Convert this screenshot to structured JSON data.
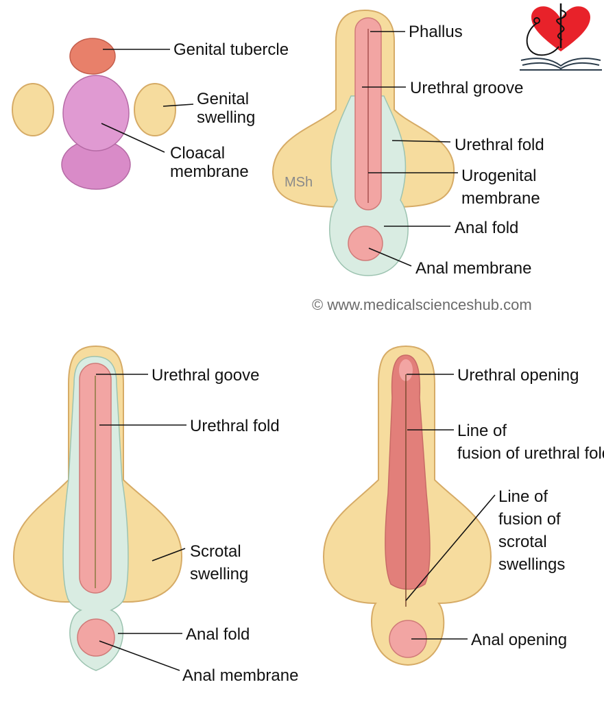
{
  "panel1": {
    "genital_tubercle": "Genital tubercle",
    "genital_swelling": [
      "Genital",
      "swelling"
    ],
    "cloacal_membrane": [
      "Cloacal",
      "membrane"
    ]
  },
  "panel2": {
    "phallus": "Phallus",
    "urethral_groove": "Urethral groove",
    "urethral_fold": "Urethral fold",
    "urogenital_membrane": [
      "Urogenital",
      "membrane"
    ],
    "anal_fold": "Anal fold",
    "anal_membrane": "Anal membrane",
    "initials": "MSh"
  },
  "watermark": "© www.medicalscienceshub.com",
  "logo": "medicalscienceshub-logo",
  "panel3": {
    "urethral_goove": "Urethral goove",
    "urethral_fold": "Urethral fold",
    "scrotal_swelling": [
      "Scrotal",
      "swelling"
    ],
    "anal_fold": "Anal fold",
    "anal_membrane": "Anal membrane"
  },
  "panel4": {
    "urethral_opening": "Urethral opening",
    "line_fusion_folds": [
      "Line of",
      "fusion of urethral folds"
    ],
    "line_fusion_swellings": [
      "Line of",
      "fusion of",
      "scrotal",
      "swellings"
    ],
    "anal_opening": "Anal opening"
  },
  "colors": {
    "tubercle": "#e8806a",
    "swelling": "#f6dc9e",
    "cloacal": "#d98bc8",
    "fold": "#d9ece2",
    "groove": "#f2a5a3",
    "logo_heart": "#e8222a"
  }
}
